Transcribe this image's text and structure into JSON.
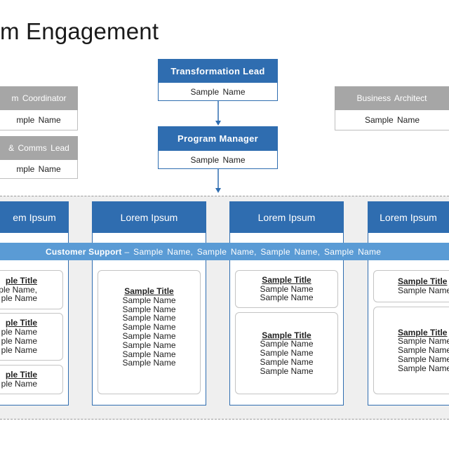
{
  "page": {
    "title": "m Engagement"
  },
  "top": {
    "lead": {
      "head": "Transformation Lead",
      "name": "Sample  Name"
    },
    "manager": {
      "head": "Program Manager",
      "name": "Sample  Name"
    }
  },
  "left_boxes": [
    {
      "head": "m  Coordinator",
      "name": "mple  Name"
    },
    {
      "head": "&  Comms  Lead",
      "name": "mple  Name"
    }
  ],
  "right_box": {
    "head": "Business  Architect",
    "name": "Sample  Name"
  },
  "columns": [
    {
      "head": "em Ipsum"
    },
    {
      "head": "Lorem Ipsum"
    },
    {
      "head": "Lorem Ipsum"
    },
    {
      "head": "Lorem Ipsum"
    }
  ],
  "band": {
    "lead": "Customer Support",
    "rest": "– Sample  Name,  Sample  Name,  Sample  Name,  Sample  Name"
  },
  "cards": {
    "c1a": {
      "title": "ple Title",
      "lines": [
        "ple Name,",
        "ple Name"
      ]
    },
    "c1b": {
      "title": "ple Title",
      "lines": [
        "ple Name",
        "ple Name",
        "ple Name"
      ]
    },
    "c1c": {
      "title": "ple Title",
      "lines": [
        "ple Name"
      ]
    },
    "c2a": {
      "title": "Sample Title",
      "lines": [
        "Sample Name",
        "Sample Name",
        "Sample Name",
        "Sample Name",
        "Sample Name",
        "Sample Name",
        "Sample Name",
        "Sample Name"
      ]
    },
    "c3a": {
      "title": "Sample Title",
      "lines": [
        "Sample Name",
        "Sample Name"
      ]
    },
    "c3b": {
      "title": "Sample Title",
      "lines": [
        "Sample Name",
        "Sample Name",
        "Sample Name",
        "Sample Name"
      ]
    },
    "c4a": {
      "title": "Sample Title",
      "lines": [
        "Sample Name"
      ]
    },
    "c4b": {
      "title": "Sample Title",
      "lines": [
        "Sample Name",
        "Sample Name",
        "Sample Name",
        "Sample Name"
      ]
    }
  },
  "colors": {
    "blue": "#2f6db0",
    "band": "#5a9bd5",
    "grey": "#a6a6a6"
  }
}
